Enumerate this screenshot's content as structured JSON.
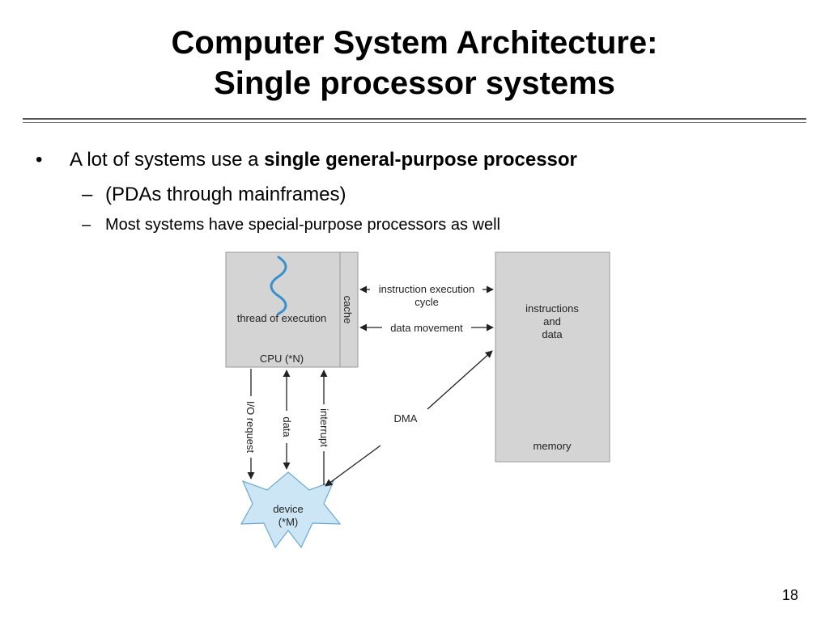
{
  "slide": {
    "title_line1": "Computer System Architecture:",
    "title_line2": "Single processor systems",
    "page_number": "18"
  },
  "bullets": {
    "marker": "•",
    "main_prefix": "A lot of systems use a ",
    "main_bold": "single general-purpose processor",
    "sub_marker": "–",
    "sub1": "(PDAs through mainframes)",
    "sub2": "Most systems have special-purpose processors as well"
  },
  "diagram": {
    "cpu_thread_label": "thread of execution",
    "cpu_label": "CPU (*N)",
    "cache_label": "cache",
    "instr_cycle_line1": "instruction execution",
    "instr_cycle_line2": "cycle",
    "data_movement_label": "data movement",
    "memory_content_line1": "instructions",
    "memory_content_line2": "and",
    "memory_content_line3": "data",
    "memory_label": "memory",
    "io_request_label": "I/O request",
    "data_label": "data",
    "interrupt_label": "interrupt",
    "dma_label": "DMA",
    "device_line1": "device",
    "device_line2": "(*M)",
    "colors": {
      "box_fill": "#d4d4d4",
      "box_stroke": "#999999",
      "device_fill": "#cde6f5",
      "device_stroke": "#6aa8d2",
      "thread_wave": "#3a8fcf"
    }
  }
}
